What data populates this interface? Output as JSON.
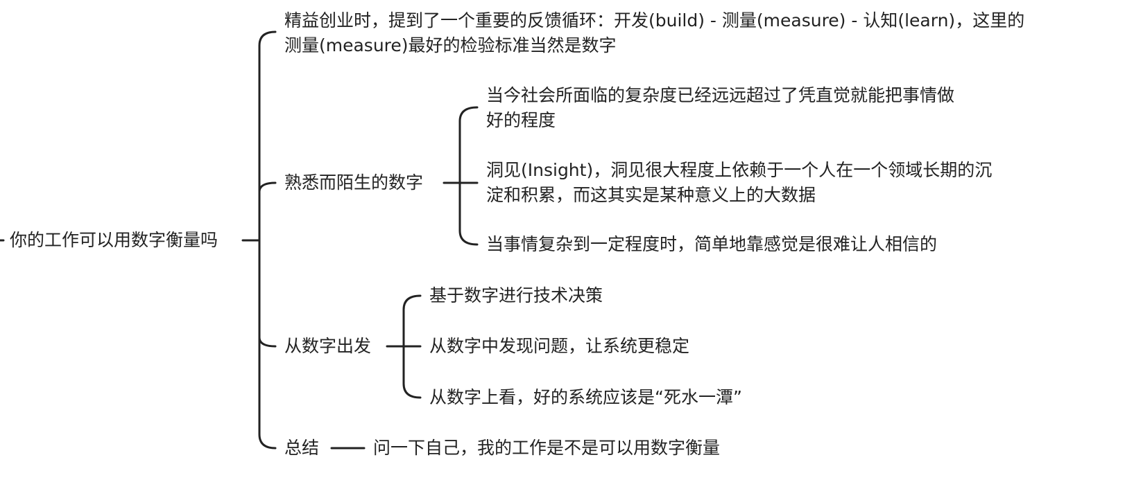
{
  "mindmap": {
    "root": "你的工作可以用数字衡量吗",
    "branches": [
      {
        "label": "精益创业时，提到了一个重要的反馈循环：开发(build) - 测量(measure) - 认知(learn)，这里的测量(measure)最好的检验标准当然是数字"
      },
      {
        "label": "熟悉而陌生的数字",
        "children": [
          "当今社会所面临的复杂度已经远远超过了凭直觉就能把事情做好的程度",
          "洞见(Insight)，洞见很大程度上依赖于一个人在一个领域长期的沉淀和积累，而这其实是某种意义上的大数据",
          "当事情复杂到一定程度时，简单地靠感觉是很难让人相信的"
        ]
      },
      {
        "label": "从数字出发",
        "children": [
          "基于数字进行技术决策",
          "从数字中发现问题，让系统更稳定",
          "从数字上看，好的系统应该是“死水一潭”"
        ]
      },
      {
        "label": "总结",
        "children": [
          "问一下自己，我的工作是不是可以用数字衡量"
        ]
      }
    ]
  },
  "colors": {
    "line": "#222222",
    "text": "#222222",
    "background": "#ffffff"
  }
}
